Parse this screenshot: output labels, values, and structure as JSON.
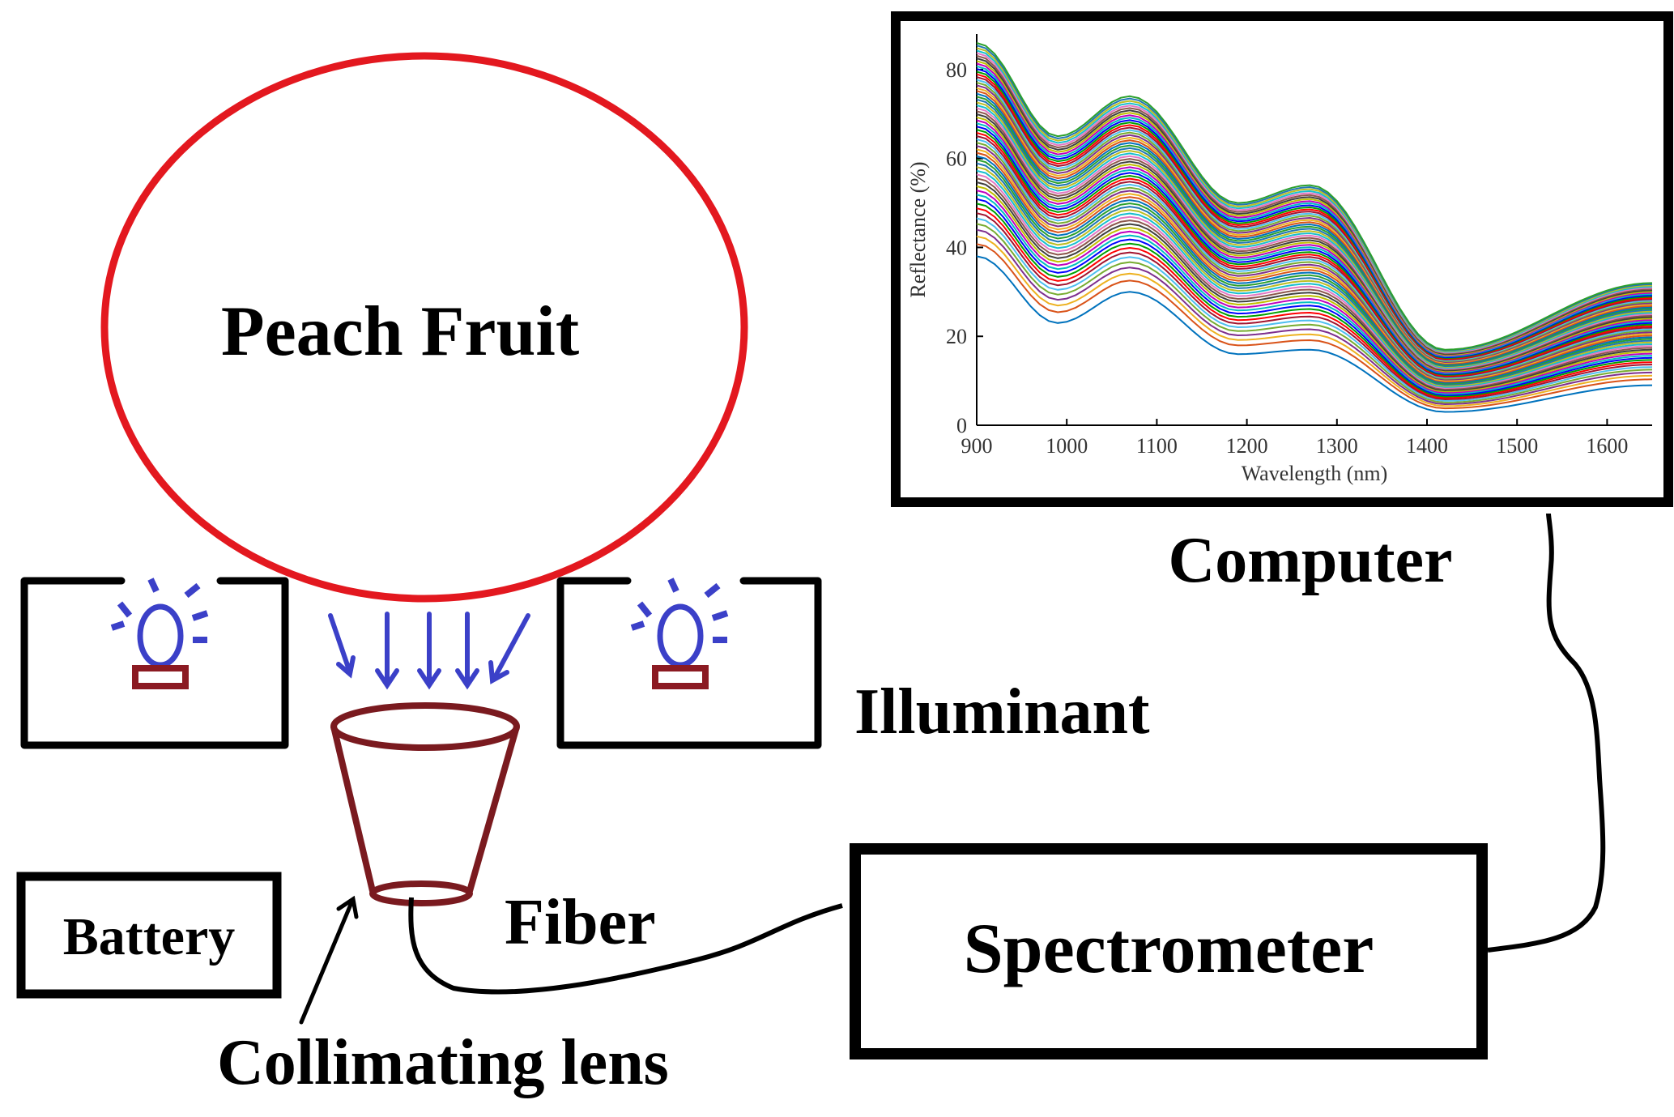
{
  "labels": {
    "fruit": "Peach Fruit",
    "computer": "Computer",
    "illuminant": "Illuminant",
    "battery": "Battery",
    "fiber": "Fiber",
    "spectrometer": "Spectrometer",
    "lens": "Collimating lens"
  },
  "colors": {
    "fruit_outline": "#e3181f",
    "lamp": "#3b40c8",
    "lamp_base": "#8b1a22",
    "lens": "#7a1a1f",
    "lines": "#000000"
  },
  "icons": [
    "lamp-icon",
    "light-ray-arrow",
    "collimating-lens-icon"
  ],
  "chart_data": {
    "type": "line",
    "xlabel": "Wavelength (nm)",
    "ylabel": "Reflectance (%)",
    "xlim": [
      900,
      1650
    ],
    "ylim": [
      0,
      88
    ],
    "xticks": [
      900,
      1000,
      1100,
      1200,
      1300,
      1400,
      1500,
      1600
    ],
    "yticks": [
      0,
      20,
      40,
      60,
      80
    ],
    "grid": false,
    "legend": "none",
    "note_series_count": 60,
    "key_points": [
      {
        "x": 900,
        "ymin": 38,
        "ymax": 86
      },
      {
        "x": 990,
        "ymin": 23,
        "ymax": 65
      },
      {
        "x": 1070,
        "ymin": 30,
        "ymax": 74
      },
      {
        "x": 1190,
        "ymin": 16,
        "ymax": 50
      },
      {
        "x": 1270,
        "ymin": 17,
        "ymax": 54
      },
      {
        "x": 1420,
        "ymin": 3,
        "ymax": 17
      },
      {
        "x": 1650,
        "ymin": 9,
        "ymax": 32
      }
    ],
    "series_colors": [
      "#0072bd",
      "#d95319",
      "#edb120",
      "#7e2f8e",
      "#77ac30",
      "#4dbeee",
      "#a2142f",
      "#ff0000",
      "#00a000",
      "#0000ff",
      "#00bfbf",
      "#bf00bf",
      "#bfbf00",
      "#404040",
      "#8c564b",
      "#e377c2",
      "#17becf",
      "#bcbd22",
      "#1f77b4",
      "#2ca02c"
    ]
  }
}
